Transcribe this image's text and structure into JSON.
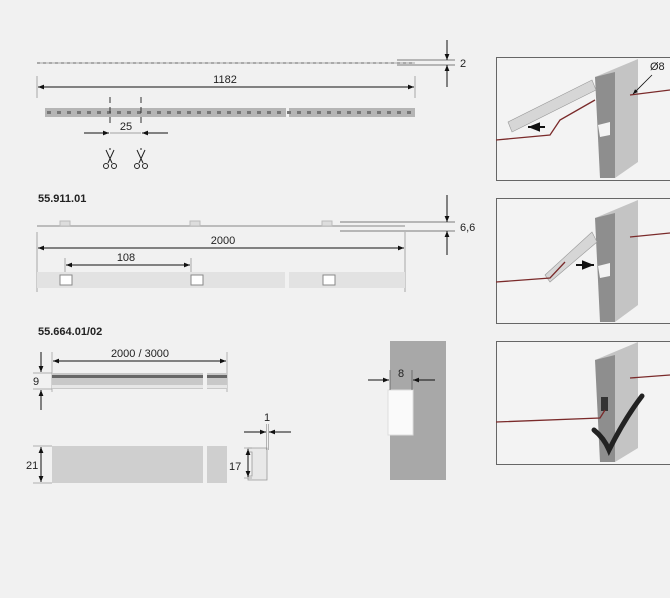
{
  "strip1": {
    "length": "1182",
    "height": "2",
    "cut_pitch": "25",
    "cut_icon": "scissors-icon"
  },
  "strip2": {
    "code": "55.911.01",
    "length": "2000",
    "height": "6,6",
    "connector_pitch": "108"
  },
  "profile": {
    "code": "55.664.01/02",
    "length": "2000 / 3000",
    "height_top": "9",
    "height_side": "21",
    "inner_height": "17",
    "wall": "1",
    "slot_width": "8"
  },
  "mounting": {
    "hole_diameter": "Ø8",
    "step_icons": [
      "arrow-left-icon",
      "arrow-right-icon",
      "checkmark-icon"
    ]
  },
  "colors": {
    "background": "#f1f1f1",
    "cable": "#7a2a2a",
    "block": "#a8a8a8"
  }
}
